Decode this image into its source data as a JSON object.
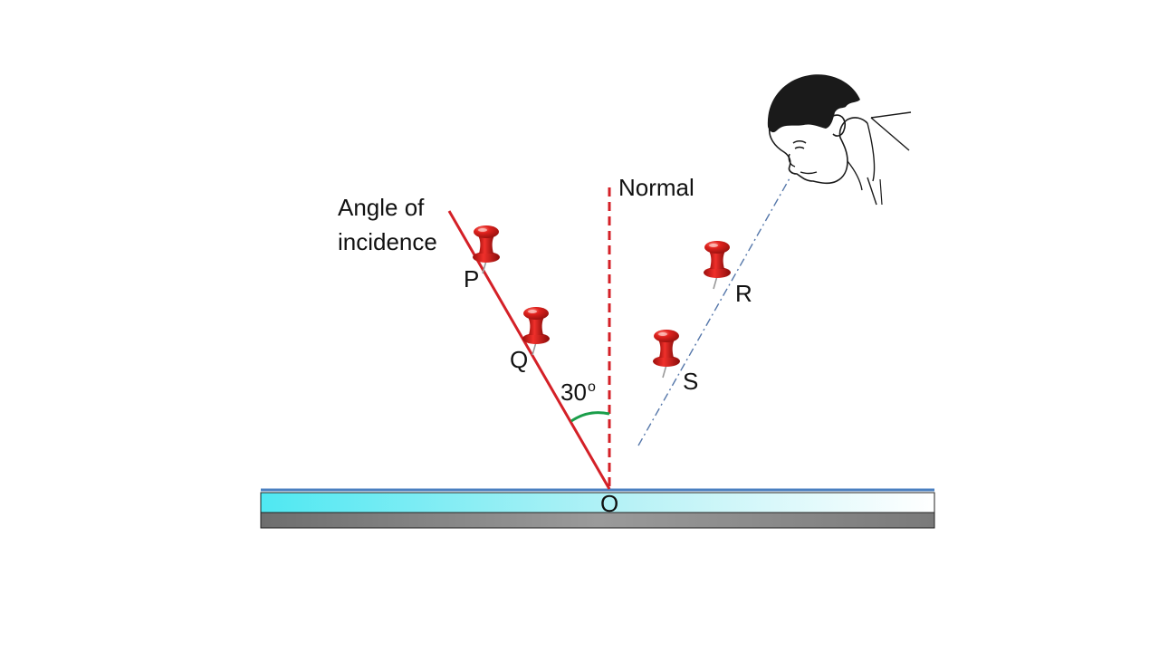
{
  "labels": {
    "normal": "Normal",
    "angle_line1": "Angle of",
    "angle_line2": "incidence",
    "pin_p": "P",
    "pin_q": "Q",
    "pin_r": "R",
    "pin_s": "S",
    "point_o": "O",
    "angle_value": "30",
    "angle_unit": "o"
  },
  "colors": {
    "incident_ray": "#d42027",
    "normal_line": "#d42027",
    "angle_arc": "#1a9e4a",
    "sight_line": "#5577aa",
    "mirror_top": "#4a7fc0",
    "mirror_glass_start": "#4fe8f2",
    "mirror_glass_end": "#ffffff",
    "mirror_base": "#7f7f7f",
    "pin_red": "#e0211d"
  },
  "icons": {
    "pins": "push-pin-icon",
    "observer": "observer-head-icon"
  }
}
